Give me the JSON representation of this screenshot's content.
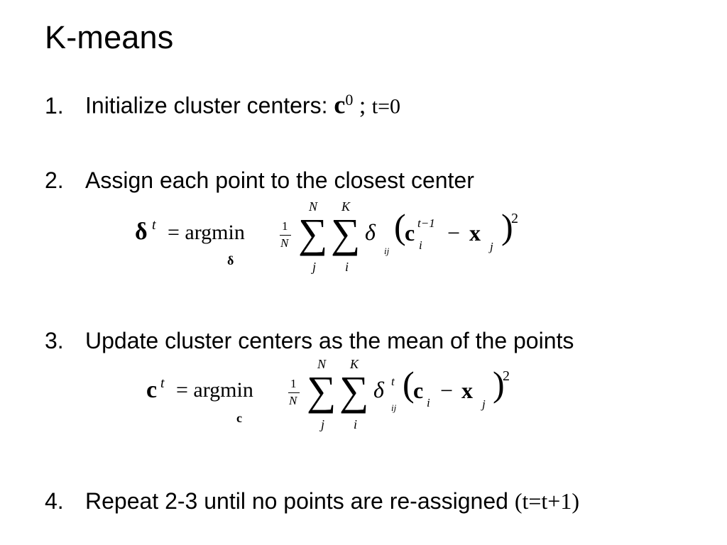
{
  "slide": {
    "title": "K-means",
    "items": [
      {
        "number": "1.",
        "text": "Initialize cluster centers: ",
        "math_c": "c",
        "math_sup": "0",
        "math_rest": " ; ",
        "math_t": "t=0"
      },
      {
        "number": "2.",
        "text": "Assign each point to the closest center"
      },
      {
        "number": "3.",
        "text": "Update cluster centers as the mean of the points"
      },
      {
        "number": "4.",
        "text": "Repeat 2-3 until no points are re-assigned ",
        "math": "(t=t+1)"
      }
    ],
    "eq1": {
      "lhs": "δ",
      "lhs_sup": "t",
      "op": "= argmin",
      "sub": "δ",
      "frac_num": "1",
      "frac_den": "N",
      "sum_char": "∑",
      "sum1_top": "N",
      "sum1_bot": "j",
      "sum2_top": "K",
      "sum2_bot": "i",
      "delta": "δ",
      "delta_sub": "ij",
      "lparen": "(",
      "c": "c",
      "c_sup": "t−1",
      "c_sub": "i",
      "minus": "−",
      "x": "x",
      "x_sub": "j",
      "rparen": ")",
      "pow": "2"
    },
    "eq2": {
      "lhs": "c",
      "lhs_sup": "t",
      "op": "= argmin",
      "sub": "c",
      "frac_num": "1",
      "frac_den": "N",
      "sum_char": "∑",
      "sum1_top": "N",
      "sum1_bot": "j",
      "sum2_top": "K",
      "sum2_bot": "i",
      "delta": "δ",
      "delta_sup": "t",
      "delta_sub": "ij",
      "lparen": "(",
      "c": "c",
      "c_sub": "i",
      "minus": "−",
      "x": "x",
      "x_sub": "j",
      "rparen": ")",
      "pow": "2"
    }
  }
}
